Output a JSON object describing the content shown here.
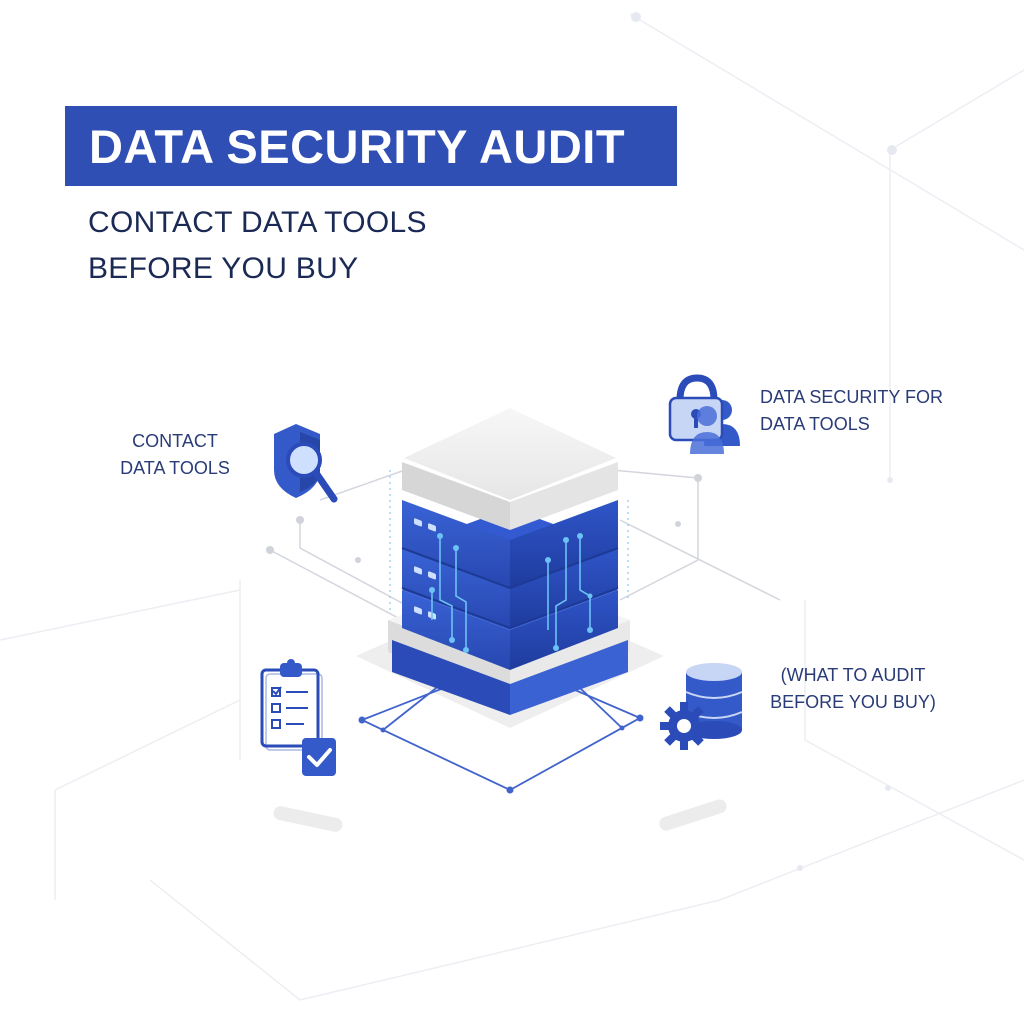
{
  "header": {
    "title": "DATA SECURITY AUDIT",
    "subtitle_line1": "CONTACT DATA TOOLS",
    "subtitle_line2": "BEFORE YOU BUY"
  },
  "callouts": {
    "contact": {
      "line1": "CONTACT",
      "line2": "DATA TOOLS",
      "icon": "shield-magnifier-icon"
    },
    "security": {
      "line1": "DATA SECURITY FOR",
      "line2": "DATA TOOLS",
      "icon": "padlock-users-icon"
    },
    "audit": {
      "line1": "(WHAT TO AUDIT",
      "line2": "BEFORE YOU BUY)",
      "icon": "database-gear-icon"
    },
    "checklist": {
      "icon": "clipboard-checklist-icon"
    }
  },
  "colors": {
    "brand_blue": "#2f4fb5",
    "server_blue": "#2e53c4",
    "accent_light_blue": "#5fb4f0",
    "text_dark": "#1b2a55",
    "text_label": "#2a3c78"
  }
}
